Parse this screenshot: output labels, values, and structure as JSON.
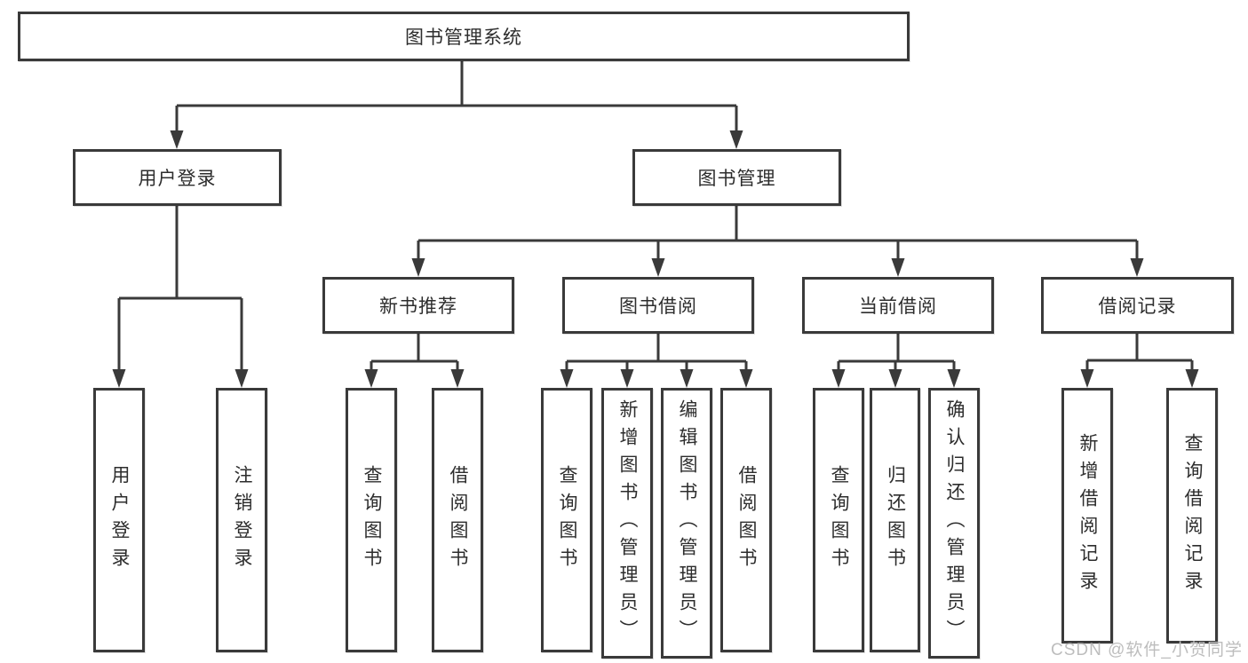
{
  "diagram_type": "hierarchy-tree",
  "colors": {
    "background": "#ffffff",
    "line": "#3a3a3a",
    "box_border": "#3a3a3a",
    "box_fill": "#ffffff",
    "text": "#2d2d2d",
    "watermark": "#bdbdbd"
  },
  "tree": {
    "label": "图书管理系统",
    "children": [
      {
        "label": "用户登录",
        "children": [
          {
            "label": "用户登录"
          },
          {
            "label": "注销登录"
          }
        ]
      },
      {
        "label": "图书管理",
        "children": [
          {
            "label": "新书推荐",
            "children": [
              {
                "label": "查询图书"
              },
              {
                "label": "借阅图书"
              }
            ]
          },
          {
            "label": "图书借阅",
            "children": [
              {
                "label": "查询图书"
              },
              {
                "label": "新增图书（管理员）"
              },
              {
                "label": "编辑图书（管理员）"
              },
              {
                "label": "借阅图书"
              }
            ]
          },
          {
            "label": "当前借阅",
            "children": [
              {
                "label": "查询图书"
              },
              {
                "label": "归还图书"
              },
              {
                "label": "确认归还（管理员）"
              }
            ]
          },
          {
            "label": "借阅记录",
            "children": [
              {
                "label": "新增借阅记录"
              },
              {
                "label": "查询借阅记录"
              }
            ]
          }
        ]
      }
    ]
  },
  "watermark": {
    "text": "CSDN @软件_小贺同学"
  }
}
